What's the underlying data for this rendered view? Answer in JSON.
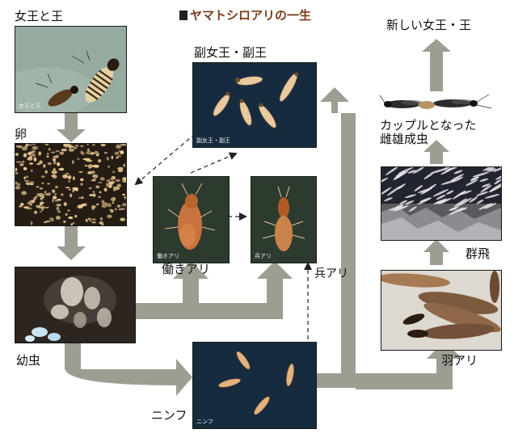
{
  "title": "ヤマトシロアリの一生",
  "colors": {
    "flow_arrow": "#9e9d92",
    "dashed_arrow": "#222222",
    "title_text": "#7a3a1a"
  },
  "nodes": {
    "queen_king": {
      "label": "女王と王",
      "photo_caption": "女王と王"
    },
    "egg": {
      "label": "卵"
    },
    "larva": {
      "label": "幼虫"
    },
    "nymph": {
      "label": "ニンフ",
      "photo_caption": "ニンフ"
    },
    "sub_queen_king": {
      "label": "副女王・副王",
      "photo_caption": "副女王・副王"
    },
    "worker": {
      "label": "働きアリ",
      "photo_caption": "働きアリ"
    },
    "soldier": {
      "label": "兵アリ",
      "photo_caption": "兵アリ"
    },
    "alate": {
      "label": "羽アリ"
    },
    "swarm": {
      "label": "群飛"
    },
    "couple": {
      "label": "カップルとなった\n雌雄成虫"
    },
    "new_queen_king": {
      "label": "新しい女王・王"
    }
  },
  "icons": {
    "flow": "thick-gray-arrow",
    "dashed": "dashed-arrow"
  }
}
